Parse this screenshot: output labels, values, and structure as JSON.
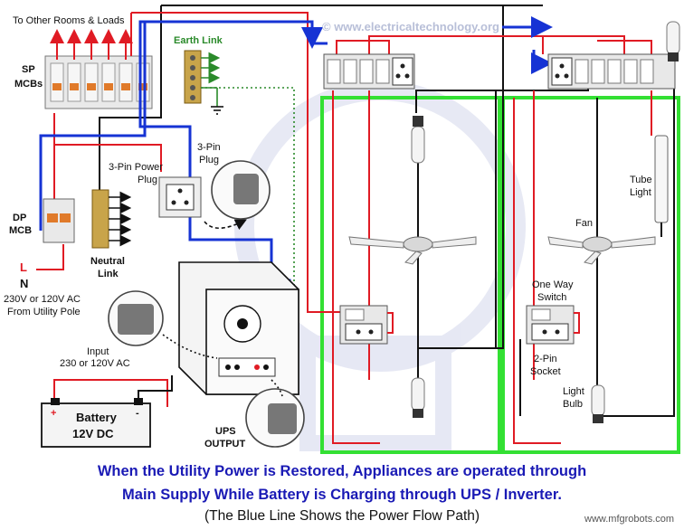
{
  "labels": {
    "to_other_rooms": "To Other Rooms & Loads",
    "sp_mcbs_1": "SP",
    "sp_mcbs_2": "MCBs",
    "earth_link": "Earth Link",
    "three_pin_power_plug_1": "3-Pin Power",
    "three_pin_power_plug_2": "Plug",
    "three_pin_plug_1": "3-Pin",
    "three_pin_plug_2": "Plug",
    "dp_mcb_1": "DP",
    "dp_mcb_2": "MCB",
    "neutral_link_1": "Neutral",
    "neutral_link_2": "Link",
    "line_l": "L",
    "line_n": "N",
    "utility_1": "230V or 120V AC",
    "utility_2": "From Utility Pole",
    "input_1": "Input",
    "input_2": "230 or 120V AC",
    "battery_1": "Battery",
    "battery_2": "12V DC",
    "ups_output_1": "UPS",
    "ups_output_2": "OUTPUT",
    "tube_light_1": "Tube",
    "tube_light_2": "Light",
    "fan": "Fan",
    "one_way_switch_1": "One Way",
    "one_way_switch_2": "Switch",
    "two_pin_socket_1": "2-Pin",
    "two_pin_socket_2": "Socket",
    "light_bulb_1": "Light",
    "light_bulb_2": "Bulb",
    "plus": "+",
    "minus": "-"
  },
  "copyright": "© www.electricaltechnology.org",
  "caption": {
    "line1": "When the Utility Power is Restored, Appliances are operated through",
    "line2": "Main Supply While Battery is Charging through UPS / Inverter.",
    "line3": "(The Blue Line Shows the Power Flow Path)"
  },
  "watermark": "www.mfgrobots.com",
  "colors": {
    "live": "#e01b24",
    "neutral": "#111111",
    "flow": "#1633d4",
    "earth": "#2a8a2a",
    "room": "#33e033",
    "caption": "#1a1ab5"
  }
}
